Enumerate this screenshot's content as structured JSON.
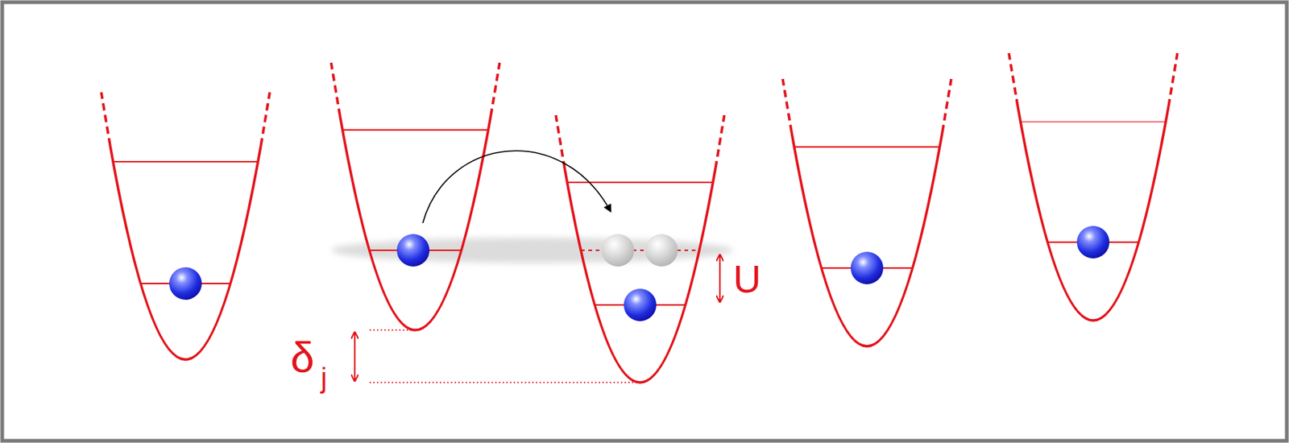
{
  "diagram": {
    "labels": [
      "U",
      "δ",
      "j"
    ]
  }
}
